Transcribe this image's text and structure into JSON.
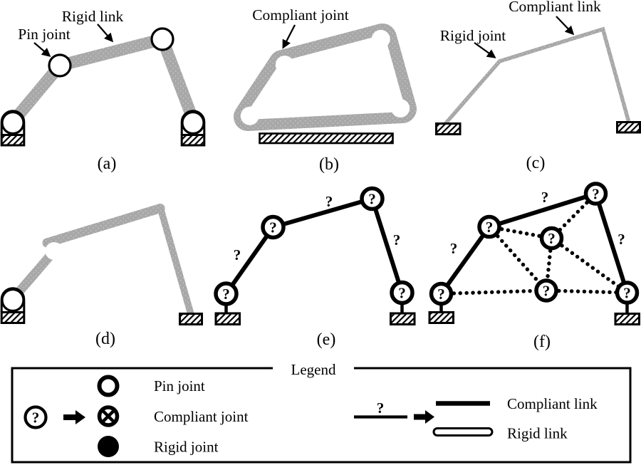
{
  "colors": {
    "link_gray": "#a8a8a8",
    "ink_black": "#000000",
    "background": "#ffffff"
  },
  "glyphs": {
    "question_mark": "?"
  },
  "panels": {
    "a": {
      "caption": "(a)",
      "labels": {
        "rigid_link": "Rigid link",
        "pin_joint": "Pin joint"
      }
    },
    "b": {
      "caption": "(b)",
      "labels": {
        "compliant_joint": "Compliant joint"
      }
    },
    "c": {
      "caption": "(c)",
      "labels": {
        "rigid_joint": "Rigid joint",
        "compliant_link": "Compliant link"
      }
    },
    "d": {
      "caption": "(d)"
    },
    "e": {
      "caption": "(e)"
    },
    "f": {
      "caption": "(f)"
    }
  },
  "legend": {
    "title": "Legend",
    "joint_items": [
      {
        "label": "Pin joint"
      },
      {
        "label": "Compliant joint"
      },
      {
        "label": "Rigid joint"
      }
    ],
    "link_items": [
      {
        "label": "Compliant link"
      },
      {
        "label": "Rigid link"
      }
    ]
  }
}
